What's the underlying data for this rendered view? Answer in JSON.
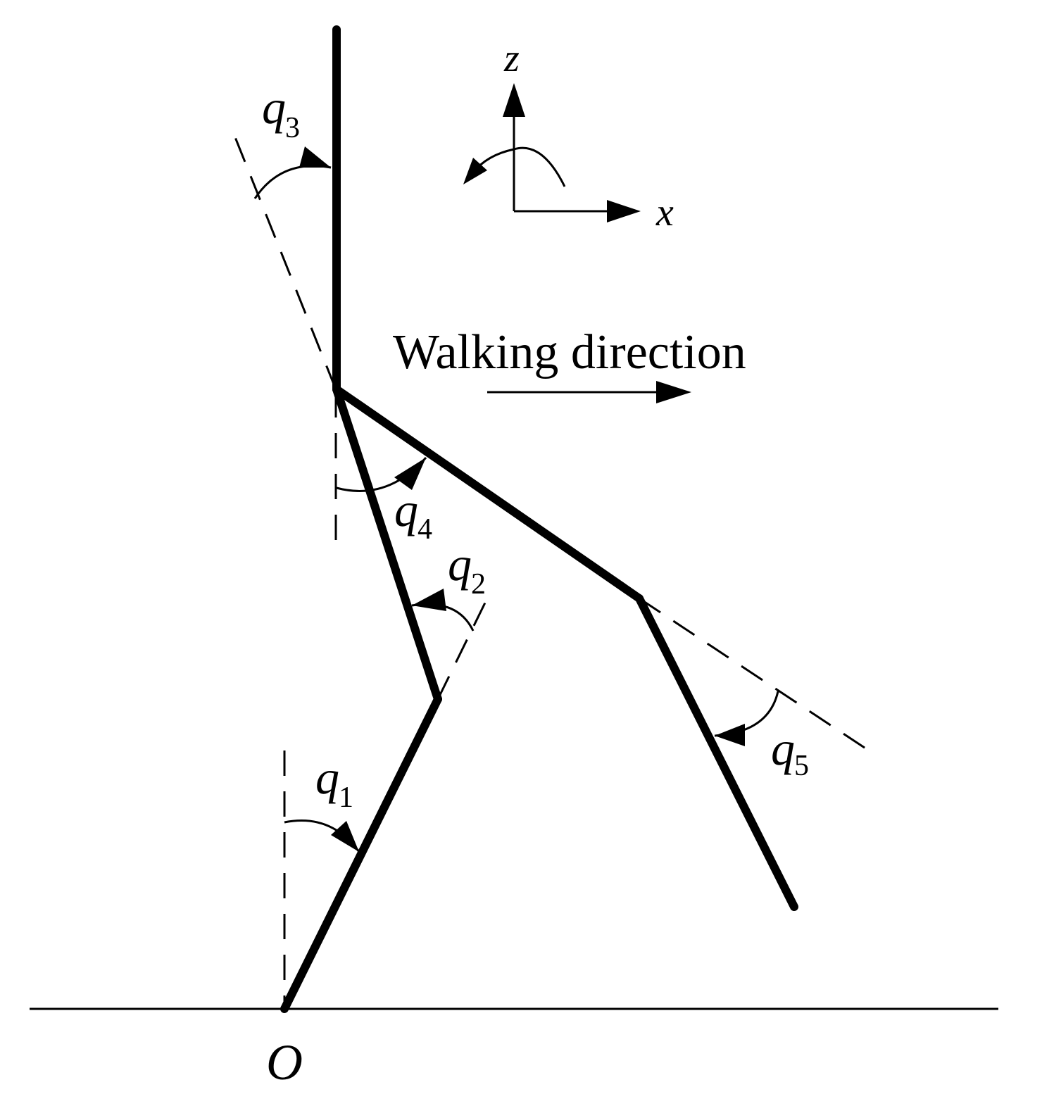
{
  "figure": {
    "labels": {
      "q1": {
        "base": "q",
        "sub": "1"
      },
      "q2": {
        "base": "q",
        "sub": "2"
      },
      "q3": {
        "base": "q",
        "sub": "3"
      },
      "q4": {
        "base": "q",
        "sub": "4"
      },
      "q5": {
        "base": "q",
        "sub": "5"
      },
      "origin": "O",
      "axis_x": "x",
      "axis_z": "z",
      "walking_direction": "Walking direction"
    }
  }
}
